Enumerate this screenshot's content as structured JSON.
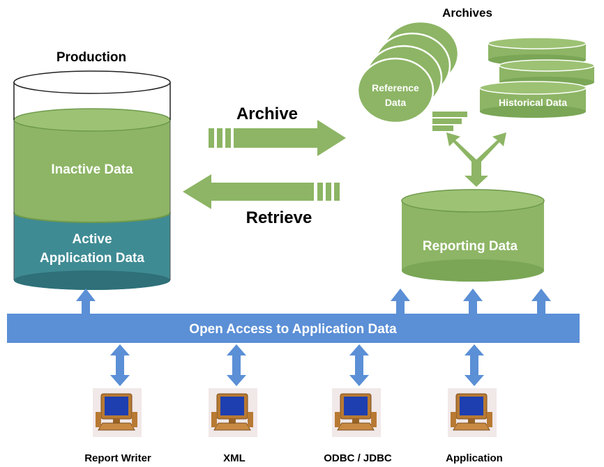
{
  "labels": {
    "production": "Production",
    "inactive_data": "Inactive Data",
    "active_line1": "Active",
    "active_line2": "Application Data",
    "archives": "Archives",
    "reference_line1": "Reference",
    "reference_line2": "Data",
    "historical_data": "Historical Data",
    "archive_arrow": "Archive",
    "retrieve_arrow": "Retrieve",
    "reporting_data": "Reporting Data",
    "open_access_bar": "Open Access to Application Data"
  },
  "clients": [
    {
      "label": "Report Writer",
      "icon": "computer-icon"
    },
    {
      "label": "XML",
      "icon": "computer-icon"
    },
    {
      "label": "ODBC / JDBC",
      "icon": "computer-icon"
    },
    {
      "label": "Application",
      "icon": "computer-icon"
    }
  ],
  "colors": {
    "green": "#8db565",
    "green_dark": "#6e9a4b",
    "teal": "#3f8b94",
    "teal_dark": "#2f7079",
    "blue": "#5b8fd6",
    "blue_dark": "#3f72bd",
    "monitor": "#b87a33",
    "screen": "#1e3fb0"
  }
}
